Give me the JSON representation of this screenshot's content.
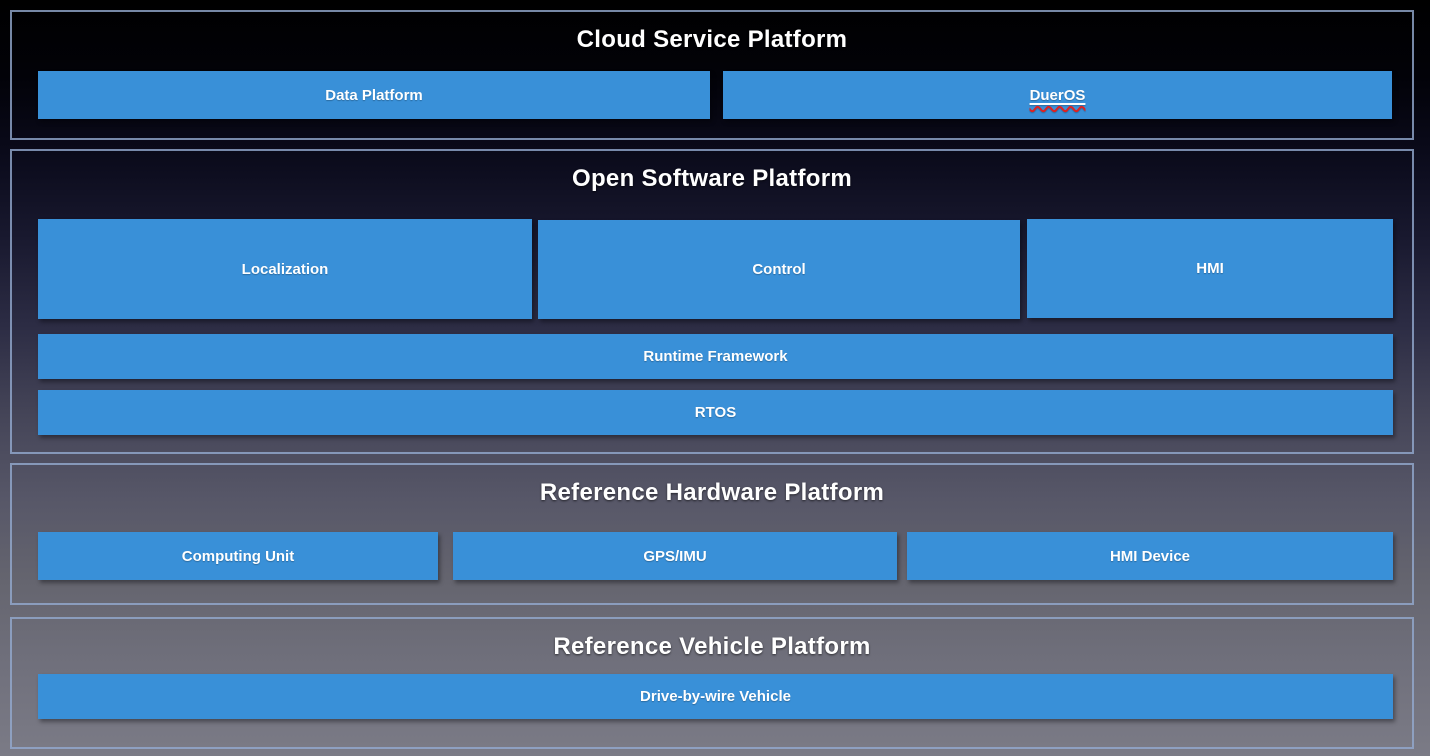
{
  "slide_type": "architecture-diagram",
  "colors": {
    "box_blue": "#3990d8",
    "frame_border": "#94aacf",
    "text": "#ffffff",
    "spellcheck_underline": "#dd2222",
    "background_top": "#000000",
    "background_bottom": "#7b7b86"
  },
  "sections": [
    {
      "title": "Cloud Service Platform",
      "boxes": [
        {
          "label": "Data Platform"
        },
        {
          "label": "DuerOS",
          "spellcheck_marked": true
        }
      ]
    },
    {
      "title": "Open Software Platform",
      "boxes": [
        {
          "label": "Localization"
        },
        {
          "label": "Control"
        },
        {
          "label": "HMI"
        },
        {
          "label": "Runtime Framework"
        },
        {
          "label": "RTOS"
        }
      ]
    },
    {
      "title": "Reference Hardware Platform",
      "boxes": [
        {
          "label": "Computing Unit"
        },
        {
          "label": "GPS/IMU"
        },
        {
          "label": "HMI Device"
        }
      ]
    },
    {
      "title": "Reference Vehicle Platform",
      "boxes": [
        {
          "label": "Drive-by-wire Vehicle"
        }
      ]
    }
  ]
}
